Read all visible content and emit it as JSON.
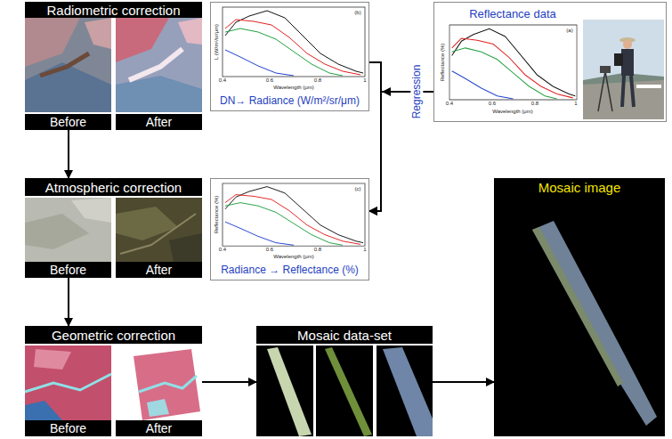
{
  "diagram": {
    "nodes": [
      {
        "text": [
          "Radiometric correction"
        ]
      },
      {
        "text": [
          "Before"
        ],
        "in": 0
      },
      {
        "text": [
          "After"
        ],
        "in": 0
      },
      {
        "text": [
          "DN→ Radiance (W/m²/sr/μm)"
        ]
      },
      {
        "text": [
          "Reflectance data"
        ]
      },
      {
        "text": [
          "Atmospheric correction"
        ]
      },
      {
        "text": [
          "Before"
        ],
        "in": 5
      },
      {
        "text": [
          "After"
        ],
        "in": 5
      },
      {
        "text": [
          "Radiance → Reflectance (%)"
        ]
      },
      {
        "text": [
          "Geometric correction"
        ]
      },
      {
        "text": [
          "Before"
        ],
        "in": 9
      },
      {
        "text": [
          "After"
        ],
        "in": 9
      },
      {
        "text": [
          "Mosaic data-set"
        ]
      },
      {
        "text": [
          "Mosaic image"
        ]
      }
    ],
    "edges": [
      {
        "from": 0,
        "to": 5,
        "arrow": "to"
      },
      {
        "from": 5,
        "to": 9,
        "arrow": "to"
      },
      {
        "from": 9,
        "to": 12,
        "arrow": "to"
      },
      {
        "from": 12,
        "to": 13,
        "arrow": "to"
      },
      {
        "from": 3,
        "to": 8,
        "arrow": "to"
      },
      {
        "from": 4,
        "to": 8,
        "label": "Regression",
        "arrow": "to"
      }
    ],
    "labels": [
      "L (W/m²/sr/μm)",
      "Wavelength (μm)",
      "(b)",
      "0.4",
      "0.6",
      "0.8",
      "1",
      "Reflectance (%)",
      "Wavelength (μm)",
      "(a)",
      "0.4",
      "0.6",
      "0.8",
      "1",
      "Reflectance (%)",
      "Wavelength (μm)",
      "(c)",
      "0.4",
      "0.6",
      "0.8",
      "1"
    ]
  }
}
